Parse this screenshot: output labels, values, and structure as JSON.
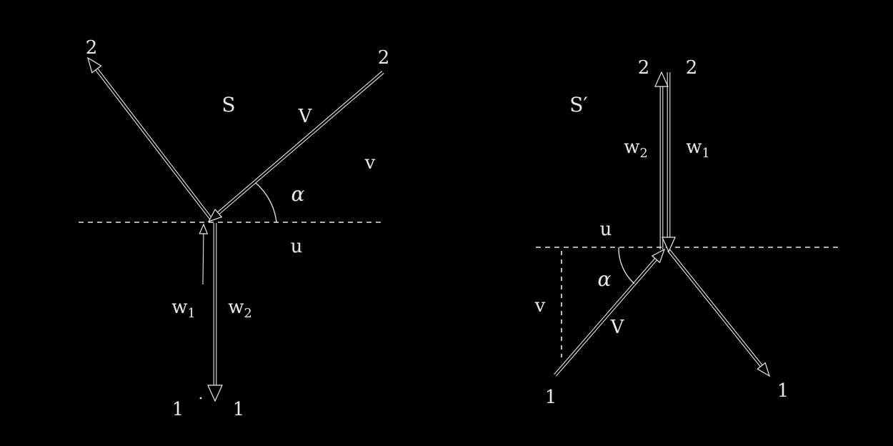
{
  "figure": {
    "background": "#000000",
    "ink": "#e9e9e9",
    "frames": {
      "left": {
        "name": "S",
        "labels": {
          "two_out": "2",
          "two_in": "2",
          "V": "V",
          "v": "v",
          "alpha": "α",
          "u": "u",
          "w1_base": "w",
          "w1_sub": "1",
          "w2_base": "w",
          "w2_sub": "2",
          "one_left": "1",
          "one_right": "1"
        }
      },
      "right": {
        "name": "S′",
        "labels": {
          "two_left": "2",
          "two_right": "2",
          "w2_base": "w",
          "w2_sub": "2",
          "w1_base": "w",
          "w1_sub": "1",
          "u": "u",
          "alpha": "α",
          "v": "v",
          "V": "V",
          "one_left": "1",
          "one_right": "1"
        }
      }
    }
  }
}
